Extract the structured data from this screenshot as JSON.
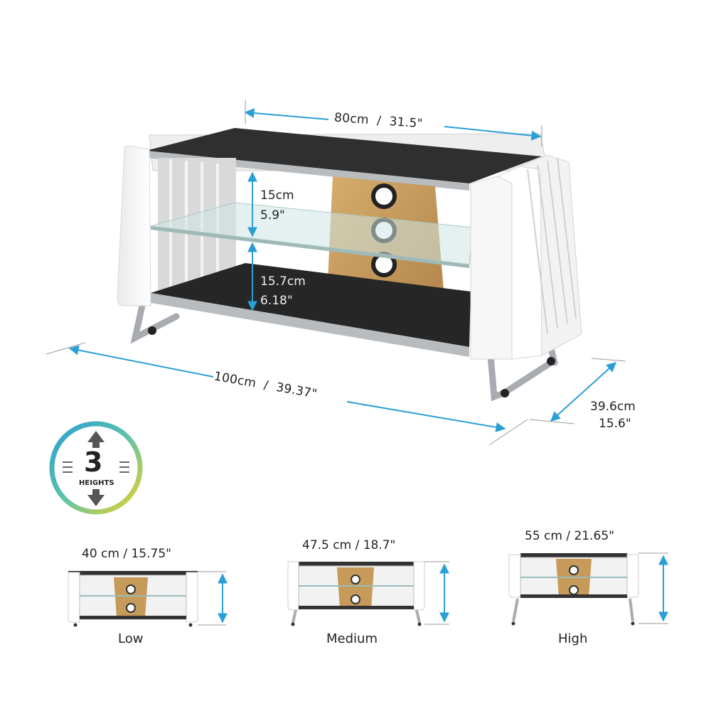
{
  "dimensions": {
    "top_width": "80cm  /  31.5\"",
    "shelf_gap_upper_cm": "15cm",
    "shelf_gap_upper_in": "5.9\"",
    "shelf_gap_lower_cm": "15.7cm",
    "shelf_gap_lower_in": "6.18\"",
    "overall_width": "100cm  /  39.37\"",
    "depth_cm": "39.6cm",
    "depth_in": "15.6\""
  },
  "badge": {
    "number": "3",
    "label": "HEIGHTS"
  },
  "variants": [
    {
      "height": "40 cm / 15.75\"",
      "name": "Low"
    },
    {
      "height": "47.5 cm / 18.7\"",
      "name": "Medium"
    },
    {
      "height": "55 cm / 21.65\"",
      "name": "High"
    }
  ],
  "colors": {
    "dimension_line": "#2a9fd6",
    "oak": "#c69a58",
    "glass_dark": "#2b2b2b",
    "frame": "#b8bcc0"
  }
}
